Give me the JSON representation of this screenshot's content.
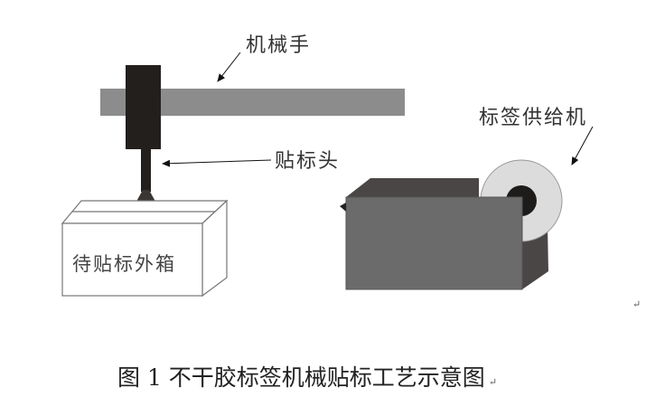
{
  "labels": {
    "robot_arm": "机械手",
    "label_head": "贴标头",
    "label_feeder": "标签供给机",
    "box": "待贴标外箱"
  },
  "caption": "图 1  不干胶标签机械贴标工艺示意图",
  "return_mark": "↵",
  "colors": {
    "beam": "#8c8c8c",
    "head": "#231f1c",
    "machine_front": "#6b6b6b",
    "machine_dark": "#4a4646",
    "roll": "#dcdcdc"
  }
}
